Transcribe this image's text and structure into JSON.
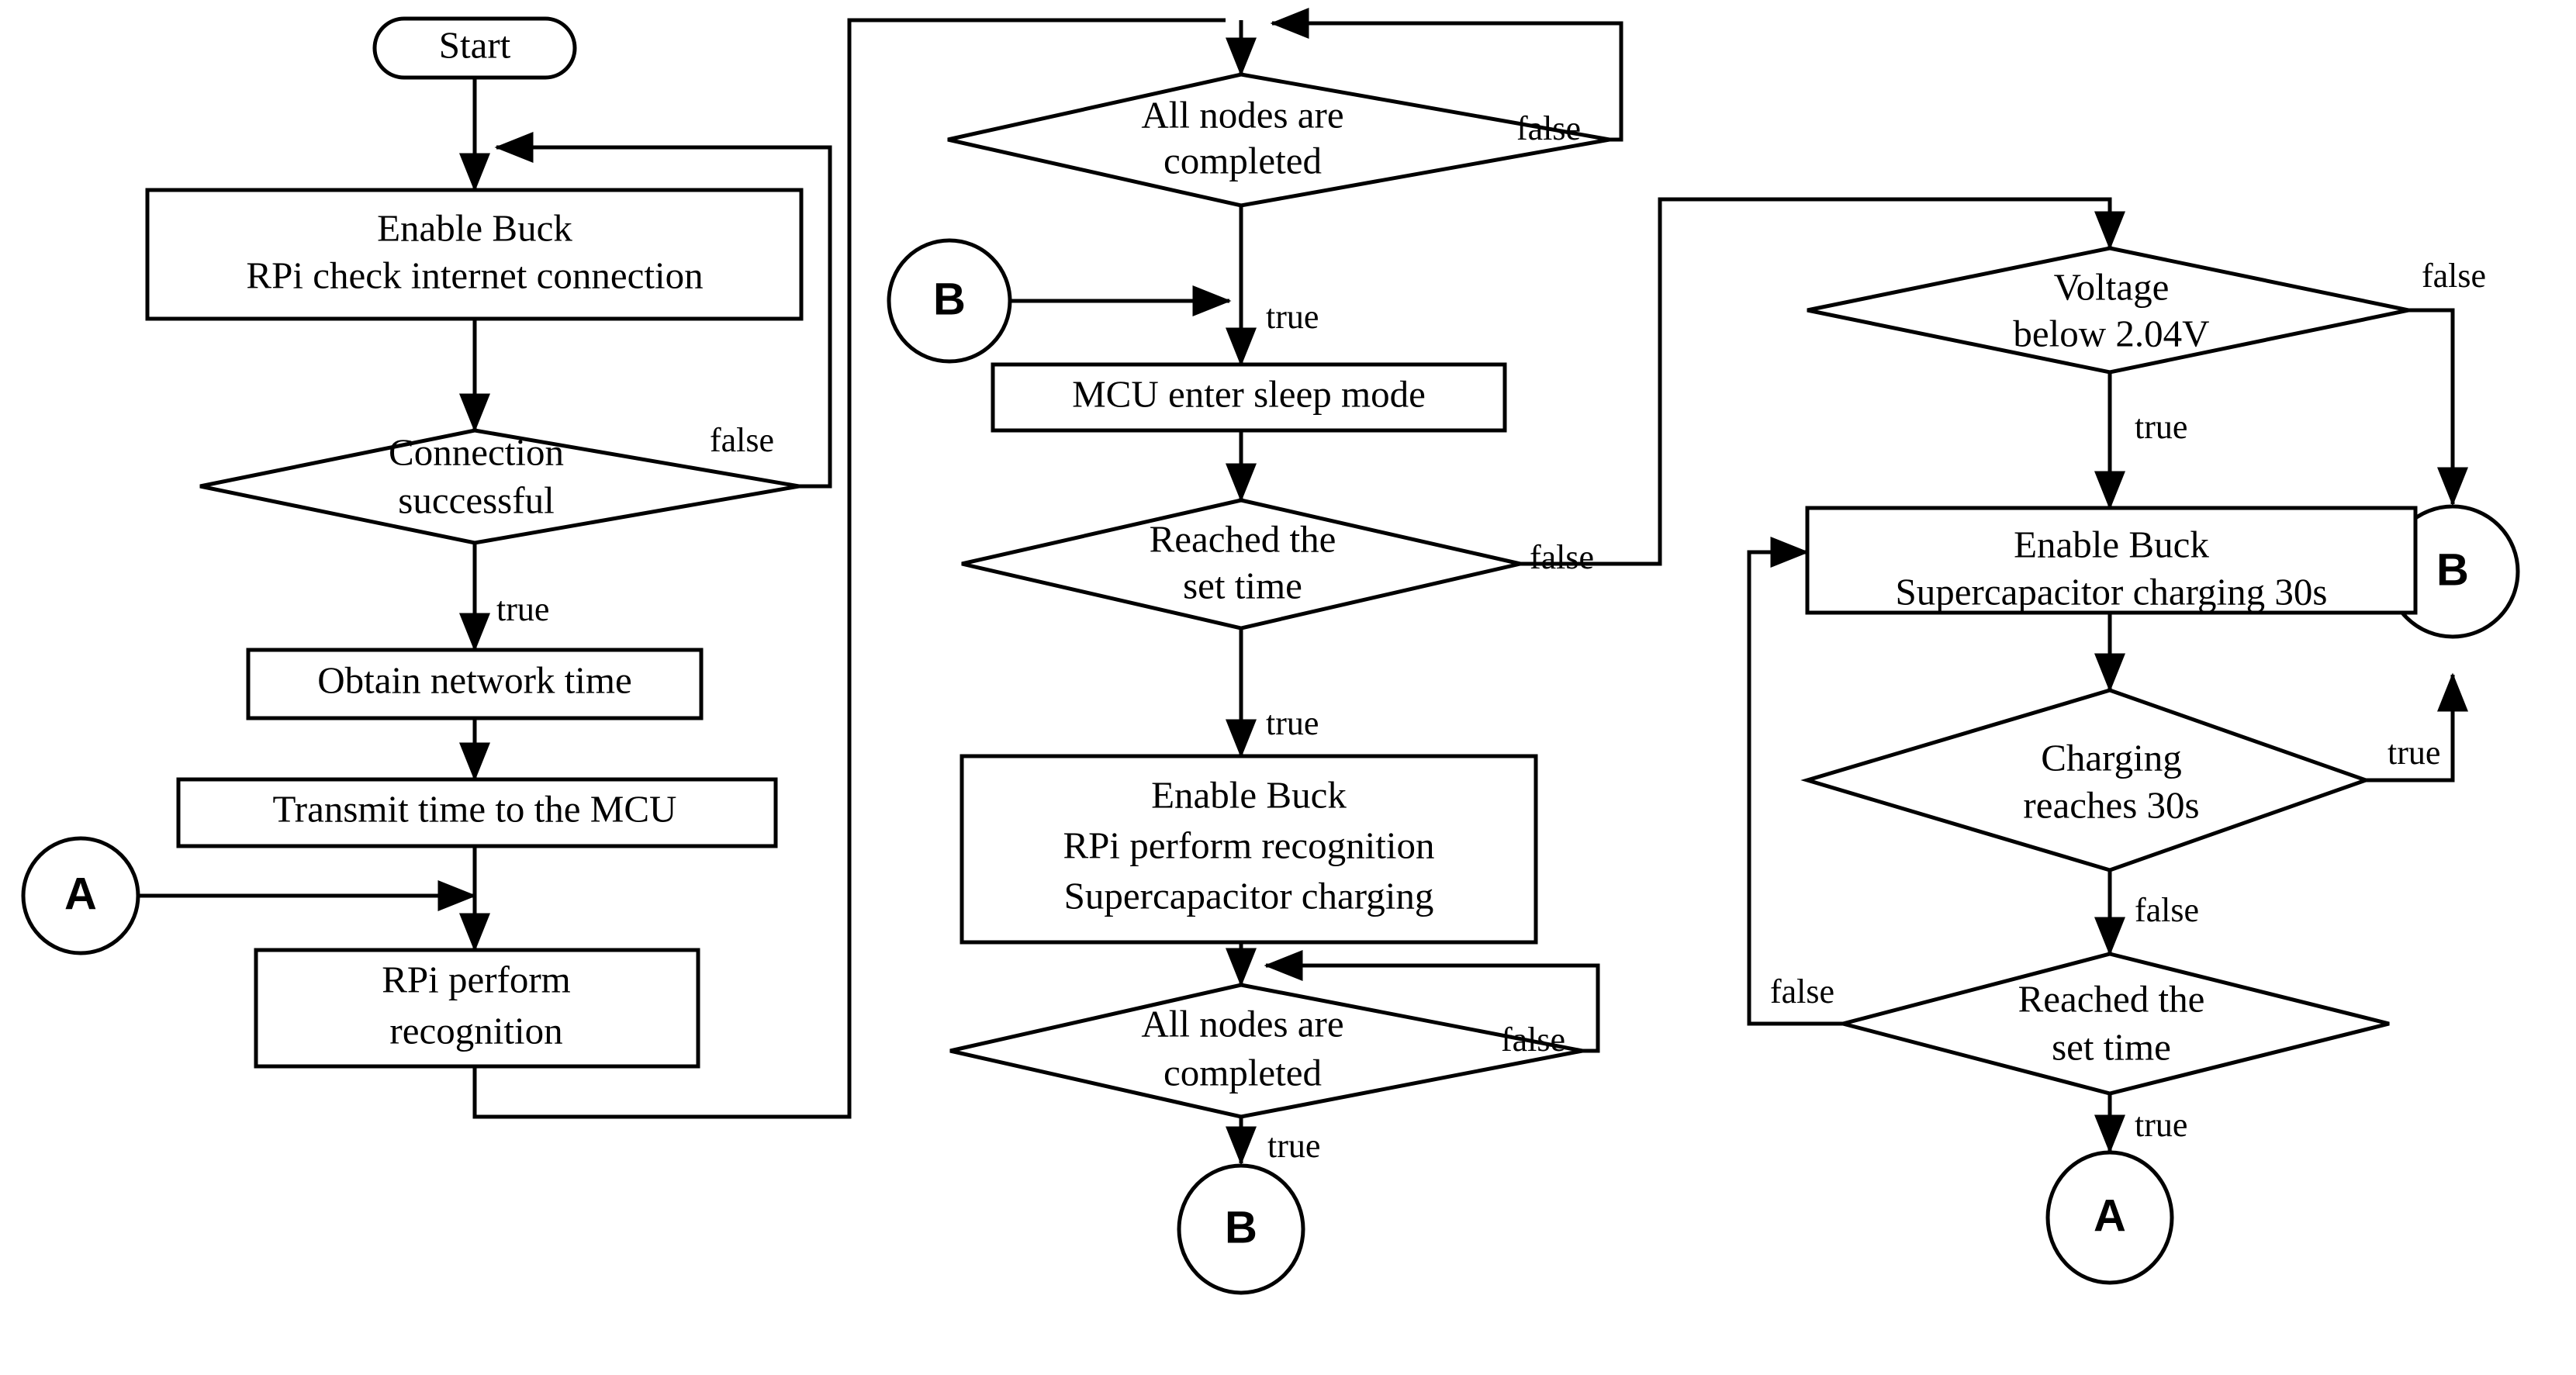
{
  "diagram": {
    "type": "flowchart",
    "title": "Power management and recognition workflow flowchart",
    "orientation": "three-column left-to-right",
    "line_color": "#000000",
    "fill_color": "#ffffff",
    "background": "#ffffff"
  },
  "nodes": {
    "start": {
      "label": "Start",
      "shape": "stadium"
    },
    "enable_buck_check": {
      "line1": "Enable Buck",
      "line2": "RPi check internet connection",
      "shape": "process"
    },
    "connection_successful": {
      "line1": "Connection",
      "line2": "successful",
      "shape": "decision"
    },
    "obtain_network_time": {
      "label": "Obtain network time",
      "shape": "process"
    },
    "transmit_time": {
      "label": "Transmit time to the MCU",
      "shape": "process"
    },
    "connector_a_left": {
      "label": "A",
      "shape": "connector-circle"
    },
    "rpi_perform_recognition": {
      "line1": "RPi perform",
      "line2": "recognition",
      "shape": "process"
    },
    "all_nodes_completed_top": {
      "line1": "All nodes are",
      "line2": "completed",
      "shape": "decision"
    },
    "connector_b_mid": {
      "label": "B",
      "shape": "connector-circle"
    },
    "mcu_sleep": {
      "label": "MCU enter sleep mode",
      "shape": "process"
    },
    "reached_set_time_mid": {
      "line1": "Reached the",
      "line2": "set time",
      "shape": "decision"
    },
    "enable_buck_recognition": {
      "line1": "Enable Buck",
      "line2": "RPi perform recognition",
      "line3": "Supercapacitor charging",
      "shape": "process"
    },
    "all_nodes_completed_bottom": {
      "line1": "All nodes are",
      "line2": "completed",
      "shape": "decision"
    },
    "connector_b_bottom": {
      "label": "B",
      "shape": "connector-ellipse"
    },
    "voltage_below": {
      "line1": "Voltage",
      "line2": "below 2.04V",
      "shape": "decision"
    },
    "connector_b_right": {
      "label": "B",
      "shape": "connector-ellipse"
    },
    "enable_buck_supercap": {
      "line1": "Enable Buck",
      "line2": "Supercapacitor charging 30s",
      "shape": "process"
    },
    "charging_reaches_30s": {
      "line1": "Charging",
      "line2": "reaches 30s",
      "shape": "decision"
    },
    "reached_set_time_right": {
      "line1": "Reached the",
      "line2": "set time",
      "shape": "decision"
    },
    "connector_a_right": {
      "label": "A",
      "shape": "connector-ellipse"
    }
  },
  "edge_labels": {
    "connection_false": "false",
    "connection_true": "true",
    "nodes_top_false": "false",
    "nodes_top_true": "true",
    "reached_mid_false": "false",
    "reached_mid_true": "true",
    "nodes_bottom_false": "false",
    "nodes_bottom_true": "true",
    "voltage_false": "false",
    "voltage_true": "true",
    "charging_true": "true",
    "charging_false": "false",
    "reached_right_false": "false",
    "reached_right_true": "true"
  }
}
